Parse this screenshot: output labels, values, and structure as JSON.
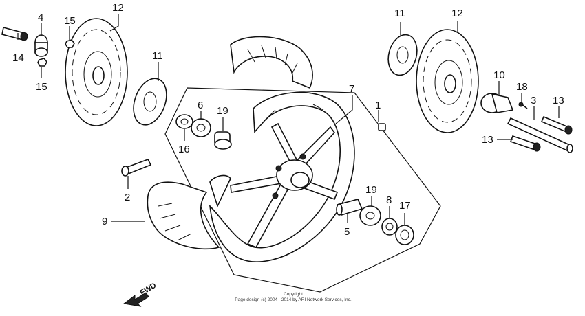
{
  "diagram": {
    "callouts": {
      "c1": "1",
      "c2": "2",
      "c3": "3",
      "c4": "4",
      "c5": "5",
      "c6": "6",
      "c7": "7",
      "c8": "8",
      "c9": "9",
      "c10": "10",
      "c11a": "11",
      "c11b": "11",
      "c12a": "12",
      "c12b": "12",
      "c13a": "13",
      "c13b": "13",
      "c14": "14",
      "c15a": "15",
      "c15b": "15",
      "c16": "16",
      "c17": "17",
      "c18": "18",
      "c19a": "19",
      "c19b": "19"
    },
    "fwd_label": "FWD",
    "copyright_line1": "Copyright",
    "copyright_line2": "Page design (c) 2004 - 2014 by ARI Network Services, Inc."
  }
}
